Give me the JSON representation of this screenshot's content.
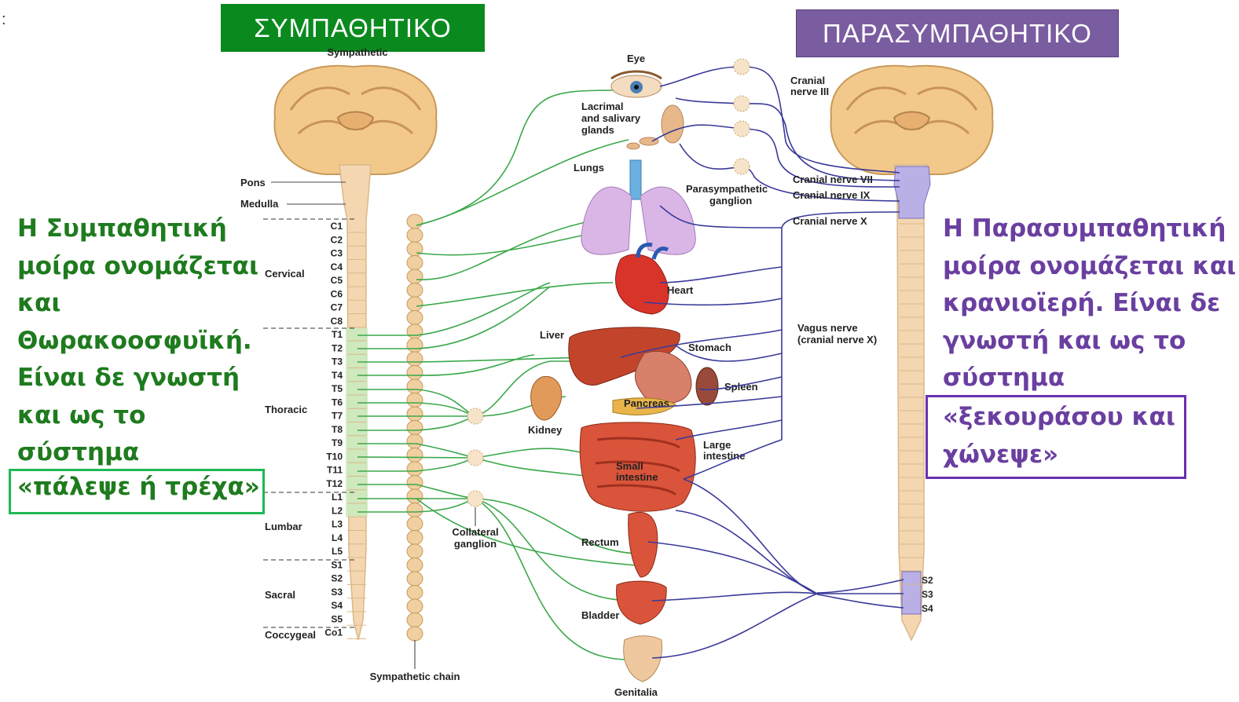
{
  "header": {
    "sympathetic_title": "ΣΥΜΠΑΘΗΤΙΚΟ",
    "parasympathetic_title": "ΠΑΡΑΣΥΜΠΑΘΗΤΙΚΟ",
    "sympathetic_subtitle": "Sympathetic"
  },
  "left_text": {
    "lines": [
      "Η Συμπαθητική",
      "μοίρα ονομάζεται",
      "και",
      "Θωρακοοσφυϊκή.",
      "Είναι δε γνωστή",
      "και ως το",
      "σύστημα"
    ],
    "boxed": "«πάλεψε ή τρέχα»"
  },
  "right_text": {
    "lines": [
      "Η Παρασυμπαθητική",
      "μοίρα ονομάζεται και",
      "κρανιοϊερή. Είναι δε",
      "γνωστή και ως το",
      "σύστημα"
    ],
    "boxed_line1": "«ξεκουράσου και",
    "boxed_line2": "χώνεψε»"
  },
  "diagram": {
    "brainstem": [
      "Pons",
      "Medulla"
    ],
    "regions": [
      "Cervical",
      "Thoracic",
      "Lumbar",
      "Sacral",
      "Coccygeal"
    ],
    "segments": [
      "C1",
      "C2",
      "C3",
      "C4",
      "C5",
      "C6",
      "C7",
      "C8",
      "T1",
      "T2",
      "T3",
      "T4",
      "T5",
      "T6",
      "T7",
      "T8",
      "T9",
      "T10",
      "T11",
      "T12",
      "L1",
      "L2",
      "L3",
      "L4",
      "L5",
      "S1",
      "S2",
      "S3",
      "S4",
      "S5",
      "Co1"
    ],
    "organs": {
      "eye": "Eye",
      "lacrimal_1": "Lacrimal",
      "lacrimal_2": "and salivary",
      "lacrimal_3": "glands",
      "lungs": "Lungs",
      "heart": "Heart",
      "liver": "Liver",
      "stomach": "Stomach",
      "spleen": "Spleen",
      "pancreas": "Pancreas",
      "kidney": "Kidney",
      "large_intestine_1": "Large",
      "large_intestine_2": "intestine",
      "small_intestine_1": "Small",
      "small_intestine_2": "intestine",
      "rectum": "Rectum",
      "bladder": "Bladder",
      "genitalia": "Genitalia"
    },
    "nerves": {
      "cn3_1": "Cranial",
      "cn3_2": "nerve III",
      "cn7": "Cranial nerve VII",
      "cn9": "Cranial nerve IX",
      "cn10": "Cranial nerve X",
      "vagus_1": "Vagus nerve",
      "vagus_2": "(cranial nerve X)",
      "para_ganglion_1": "Parasympathetic",
      "para_ganglion_2": "ganglion",
      "collateral_1": "Collateral",
      "collateral_2": "ganglion",
      "chain": "Sympathetic chain"
    },
    "sacral_right": [
      "S2",
      "S3",
      "S4"
    ]
  },
  "colors": {
    "sympathetic": "#0a8a1e",
    "parasympathetic": "#7a5ca0",
    "green_text": "#1e7b1e",
    "purple_text": "#6a3fa0",
    "green_nerve": "#3aa84a",
    "purple_nerve": "#3a3a9a"
  }
}
